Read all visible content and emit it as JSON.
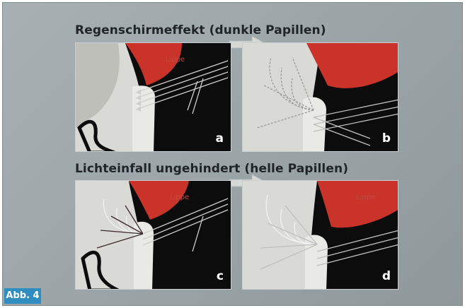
{
  "figure": {
    "label": "Abb. 4",
    "heading_top": "Regenschirmeffekt (dunkle Papillen)",
    "heading_bottom": "Lichteinfall ungehindert (helle Papillen)"
  },
  "panels": [
    {
      "id": "a",
      "lip_label": "Lippe"
    },
    {
      "id": "b",
      "lip_label": ""
    },
    {
      "id": "c",
      "lip_label": "Lippe"
    },
    {
      "id": "d",
      "lip_label": "Lippe"
    }
  ],
  "colors": {
    "background": "#9da6a9",
    "tissue": "#e6e6e3",
    "lip": "#c9332a",
    "dark": "#0d0d0d",
    "accent": "#2f8dbf"
  }
}
